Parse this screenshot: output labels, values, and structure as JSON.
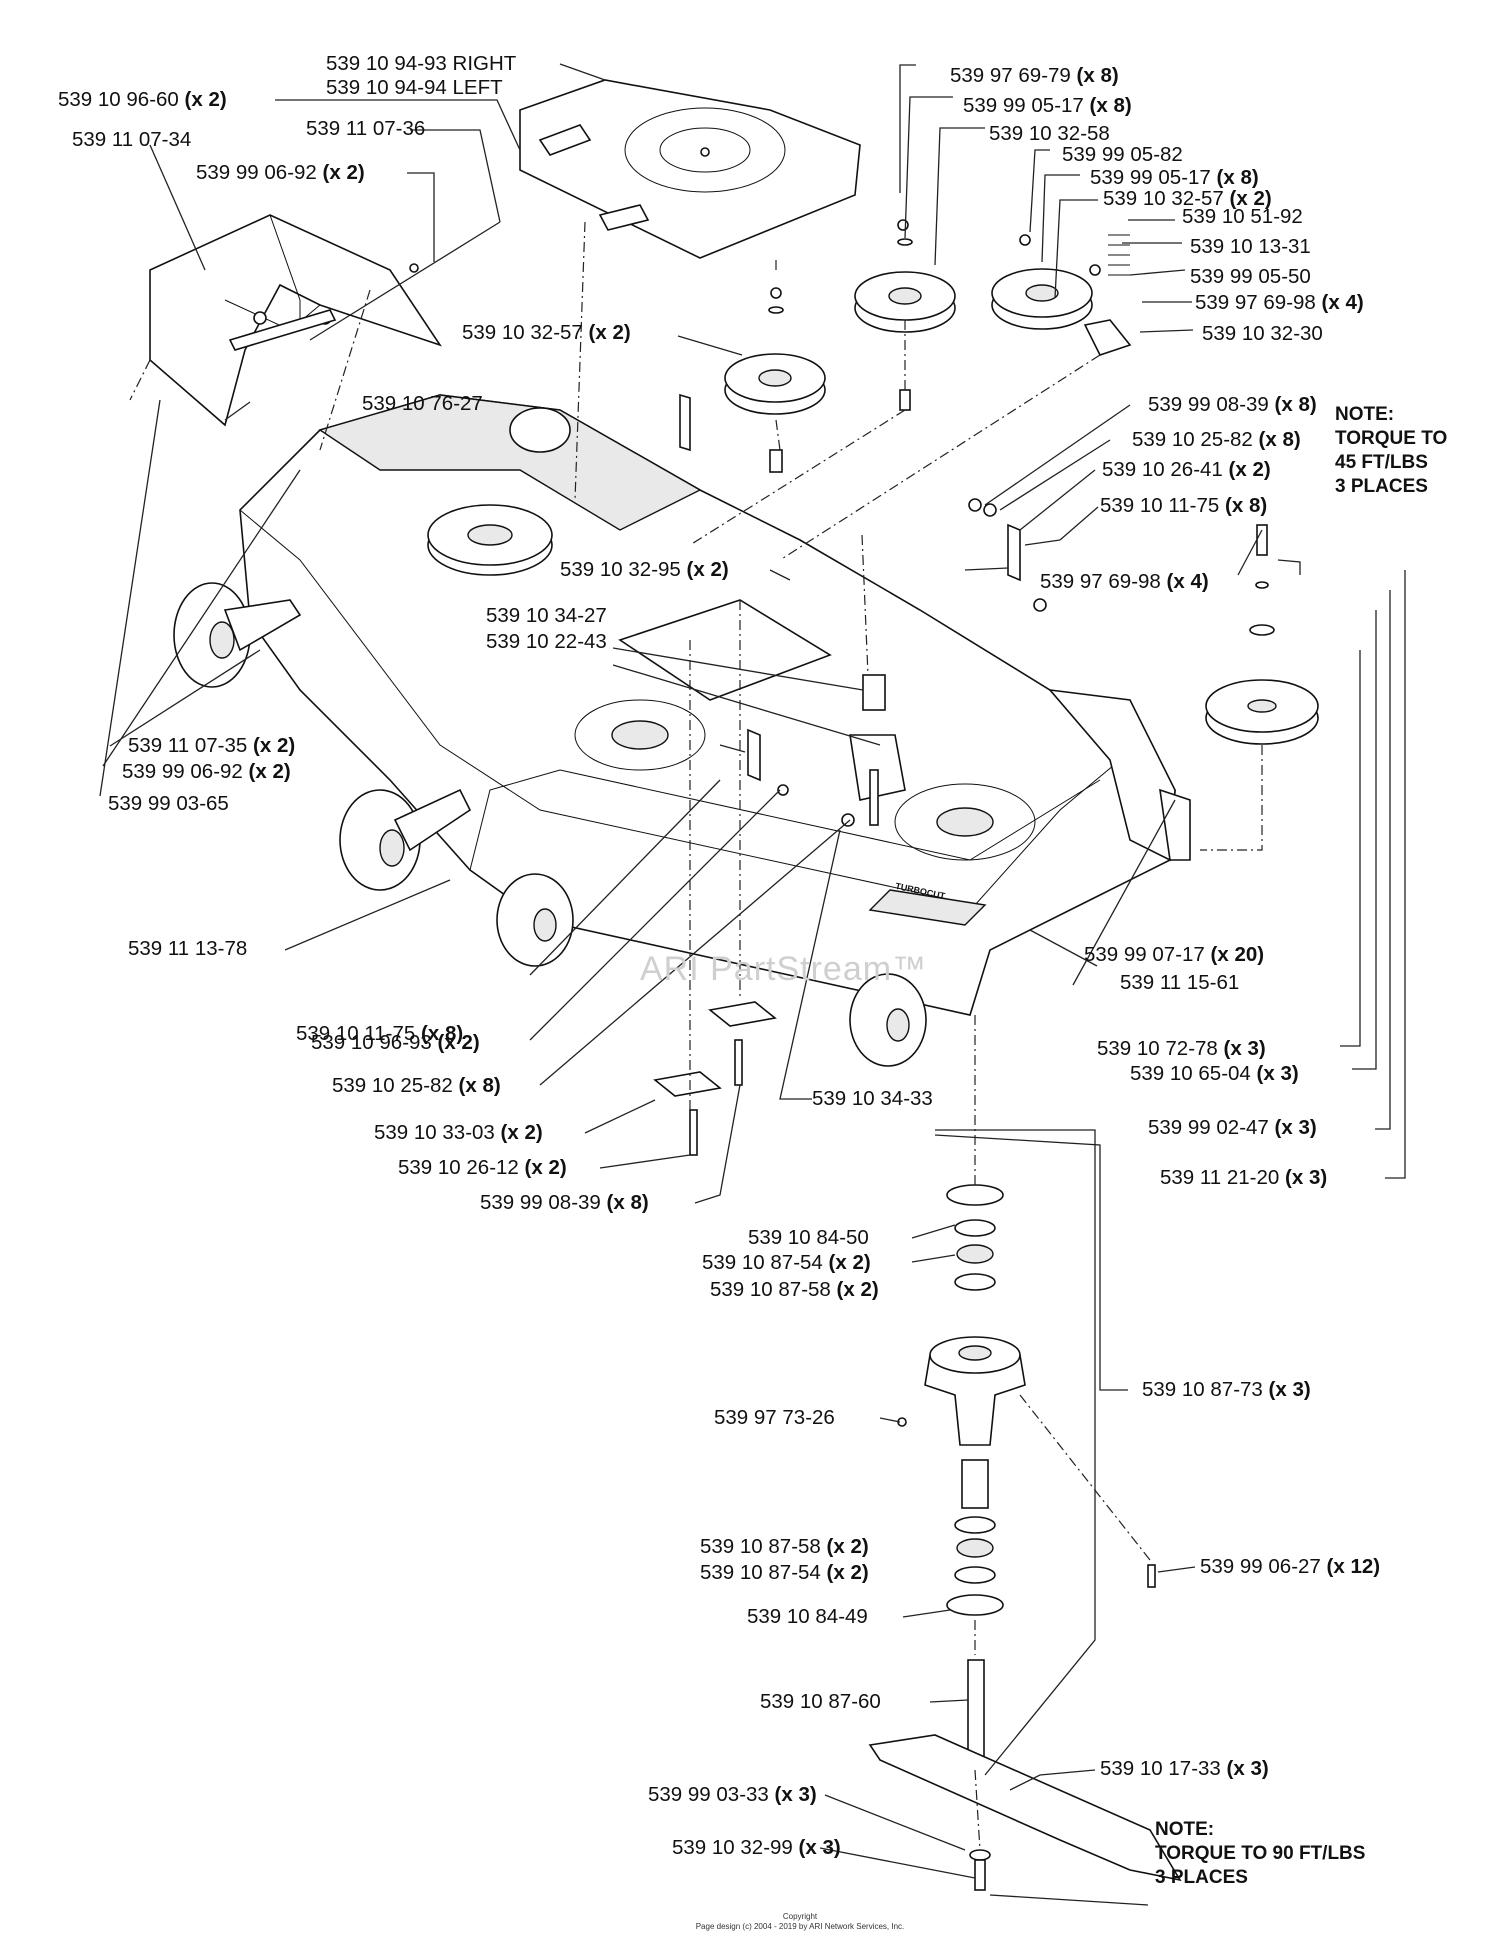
{
  "callouts": [
    {
      "id": "c1",
      "part": "539 10 94-93 RIGHT",
      "qty": ""
    },
    {
      "id": "c2",
      "part": "539 10 94-94 LEFT",
      "qty": ""
    },
    {
      "id": "c3",
      "part": "539 10 96-60",
      "qty": "(x 2)"
    },
    {
      "id": "c4",
      "part": "539 11 07-34",
      "qty": ""
    },
    {
      "id": "c5",
      "part": "539 11 07-36",
      "qty": ""
    },
    {
      "id": "c6",
      "part": "539 99 06-92",
      "qty": "(x 2)"
    },
    {
      "id": "c7",
      "part": "539 10 76-27",
      "qty": ""
    },
    {
      "id": "c8",
      "part": "539 10 32-57",
      "qty": "(x 2)"
    },
    {
      "id": "c9",
      "part": "539 10 32-95",
      "qty": "(x 2)"
    },
    {
      "id": "c10",
      "part": "539 10 34-27",
      "qty": ""
    },
    {
      "id": "c11",
      "part": "539 10 22-43",
      "qty": ""
    },
    {
      "id": "c12",
      "part": "539 97 69-79",
      "qty": "(x 8)"
    },
    {
      "id": "c13",
      "part": "539 99 05-17",
      "qty": "(x 8)"
    },
    {
      "id": "c14",
      "part": "539 10 32-58",
      "qty": ""
    },
    {
      "id": "c15",
      "part": "539 99 05-82",
      "qty": ""
    },
    {
      "id": "c16",
      "part": "539 99 05-17",
      "qty": "(x 8)"
    },
    {
      "id": "c17",
      "part": "539 10 32-57",
      "qty": "(x 2)"
    },
    {
      "id": "c18",
      "part": "539 10 51-92",
      "qty": ""
    },
    {
      "id": "c19",
      "part": "539 10 13-31",
      "qty": ""
    },
    {
      "id": "c20",
      "part": "539 99 05-50",
      "qty": ""
    },
    {
      "id": "c21",
      "part": "539 97 69-98",
      "qty": "(x 4)"
    },
    {
      "id": "c22",
      "part": "539 10 32-30",
      "qty": ""
    },
    {
      "id": "c23",
      "part": "539 99 08-39",
      "qty": "(x 8)"
    },
    {
      "id": "c24",
      "part": "539 10 25-82",
      "qty": "(x 8)"
    },
    {
      "id": "c25",
      "part": "539 10 26-41",
      "qty": "(x 2)"
    },
    {
      "id": "c26",
      "part": "539 10 11-75",
      "qty": "(x 8)"
    },
    {
      "id": "c27",
      "part": "539 97 69-98",
      "qty": "(x 4)"
    },
    {
      "id": "c28",
      "part": "539 11 07-35",
      "qty": "(x 2)"
    },
    {
      "id": "c29",
      "part": "539 99 06-92",
      "qty": "(x 2)"
    },
    {
      "id": "c30",
      "part": "539 99 03-65",
      "qty": ""
    },
    {
      "id": "c31",
      "part": "539 11 13-78",
      "qty": ""
    },
    {
      "id": "c32",
      "part": "539 99 07-17",
      "qty": "(x 20)"
    },
    {
      "id": "c33",
      "part": "539 11 15-61",
      "qty": ""
    },
    {
      "id": "c34",
      "part": "539 10 72-78",
      "qty": "(x 3)"
    },
    {
      "id": "c35",
      "part": "539 10 65-04",
      "qty": "(x 3)"
    },
    {
      "id": "c36",
      "part": "539 10 11-75",
      "qty": "(x 8)"
    },
    {
      "id": "c37",
      "part": "539 10 96-93",
      "qty": "(x 2)"
    },
    {
      "id": "c38",
      "part": "539 10 25-82",
      "qty": "(x 8)"
    },
    {
      "id": "c39",
      "part": "539 10 34-33",
      "qty": ""
    },
    {
      "id": "c40",
      "part": "539 99 02-47",
      "qty": "(x 3)"
    },
    {
      "id": "c41",
      "part": "539 10 33-03",
      "qty": "(x 2)"
    },
    {
      "id": "c42",
      "part": "539 11 21-20",
      "qty": "(x 3)"
    },
    {
      "id": "c43",
      "part": "539 10 26-12",
      "qty": "(x 2)"
    },
    {
      "id": "c44",
      "part": "539 99 08-39",
      "qty": "(x 8)"
    },
    {
      "id": "c45",
      "part": "539 10 84-50",
      "qty": ""
    },
    {
      "id": "c46",
      "part": "539 10 87-54",
      "qty": "(x 2)"
    },
    {
      "id": "c47",
      "part": "539 10 87-58",
      "qty": "(x 2)"
    },
    {
      "id": "c48",
      "part": "539 10 87-73",
      "qty": "(x 3)"
    },
    {
      "id": "c49",
      "part": "539 97 73-26",
      "qty": ""
    },
    {
      "id": "c50",
      "part": "539 10 87-58",
      "qty": "(x 2)"
    },
    {
      "id": "c51",
      "part": "539 10 87-54",
      "qty": "(x 2)"
    },
    {
      "id": "c52",
      "part": "539 99 06-27",
      "qty": "(x 12)"
    },
    {
      "id": "c53",
      "part": "539 10 84-49",
      "qty": ""
    },
    {
      "id": "c54",
      "part": "539 10 87-60",
      "qty": ""
    },
    {
      "id": "c55",
      "part": "539 10 17-33",
      "qty": "(x 3)"
    },
    {
      "id": "c56",
      "part": "539 99 03-33",
      "qty": "(x 3)"
    },
    {
      "id": "c57",
      "part": "539 10 32-99",
      "qty": "(x 3)"
    }
  ],
  "notes": {
    "torque45": [
      "NOTE:",
      "TORQUE TO",
      "45 FT/LBS",
      "3 PLACES"
    ],
    "torque90": [
      "NOTE:",
      "TORQUE TO 90 FT/LBS",
      "3 PLACES"
    ]
  },
  "watermark": "ARI PartStream™",
  "copyright": [
    "Copyright",
    "Page design (c) 2004 - 2019 by ARI Network Services, Inc."
  ],
  "decal_text": "TURBOCUT"
}
